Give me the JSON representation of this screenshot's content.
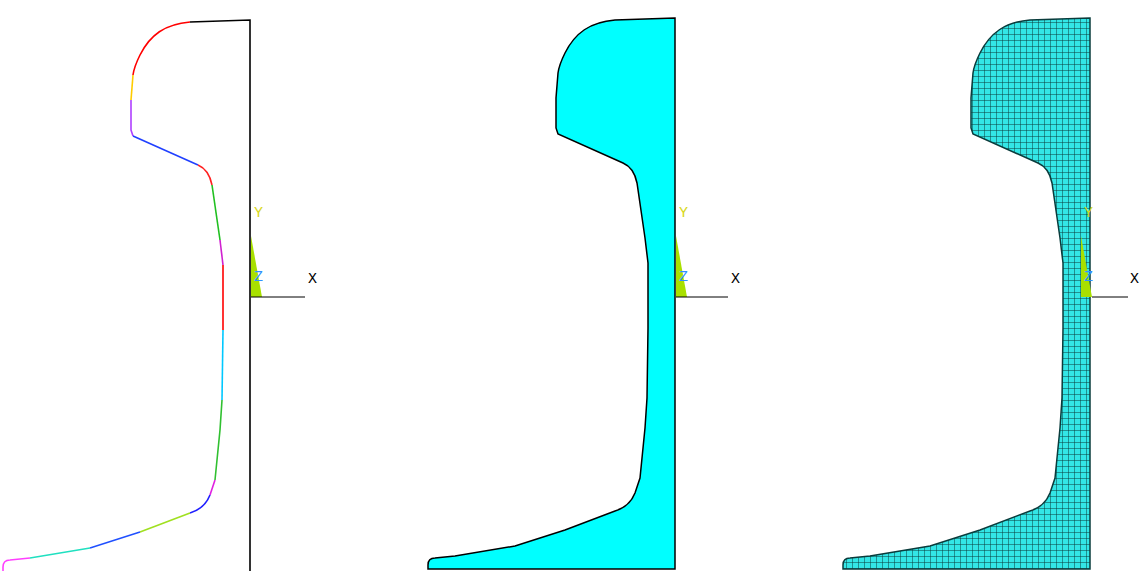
{
  "diagram": {
    "labels": [
      "Y",
      "Z",
      "X",
      "Y",
      "Z",
      "X",
      "Y",
      "Z",
      "X"
    ]
  }
}
